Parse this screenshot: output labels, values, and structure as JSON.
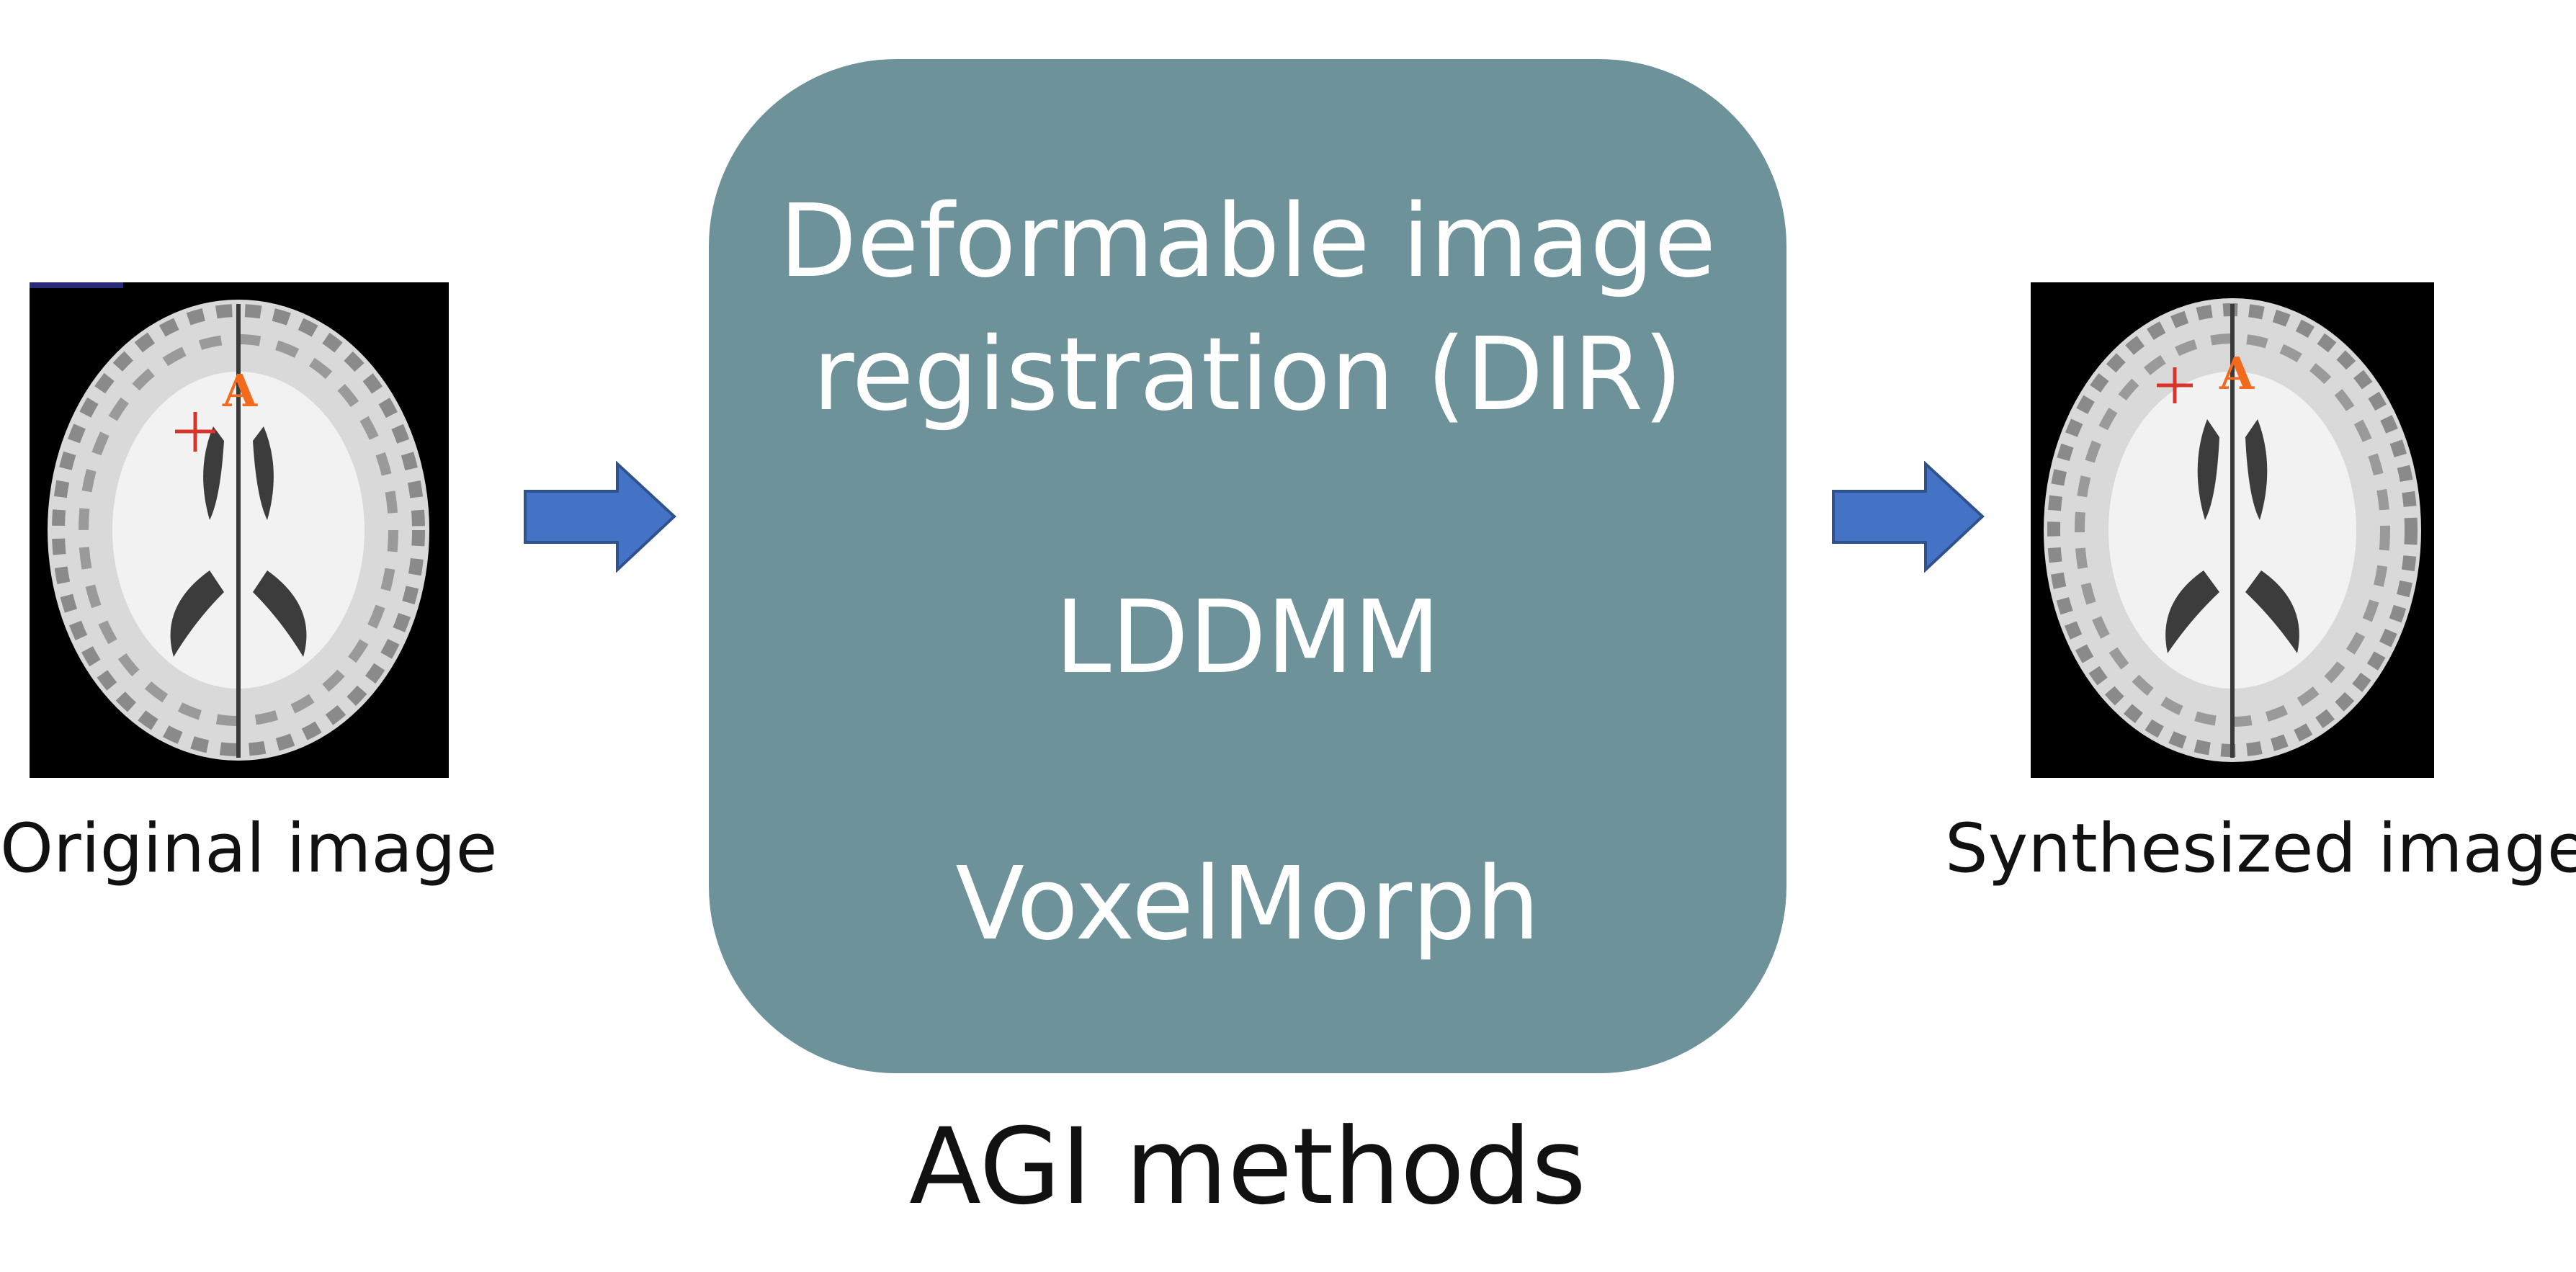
{
  "left": {
    "caption": "Original image",
    "marker_label": "A"
  },
  "right": {
    "caption": "Synthesized image",
    "marker_label": "A"
  },
  "method_box": {
    "dir_line1": "Deformable image",
    "dir_line2": "registration (DIR)",
    "lddmm": "LDDMM",
    "voxelmorph": "VoxelMorph"
  },
  "group_title": "AGI methods",
  "colors": {
    "box_fill": "#6e929a",
    "arrow_fill": "#4472c4",
    "arrow_stroke": "#2f528f",
    "marker_cross": "#d8342c",
    "marker_label": "#f26b1d"
  }
}
